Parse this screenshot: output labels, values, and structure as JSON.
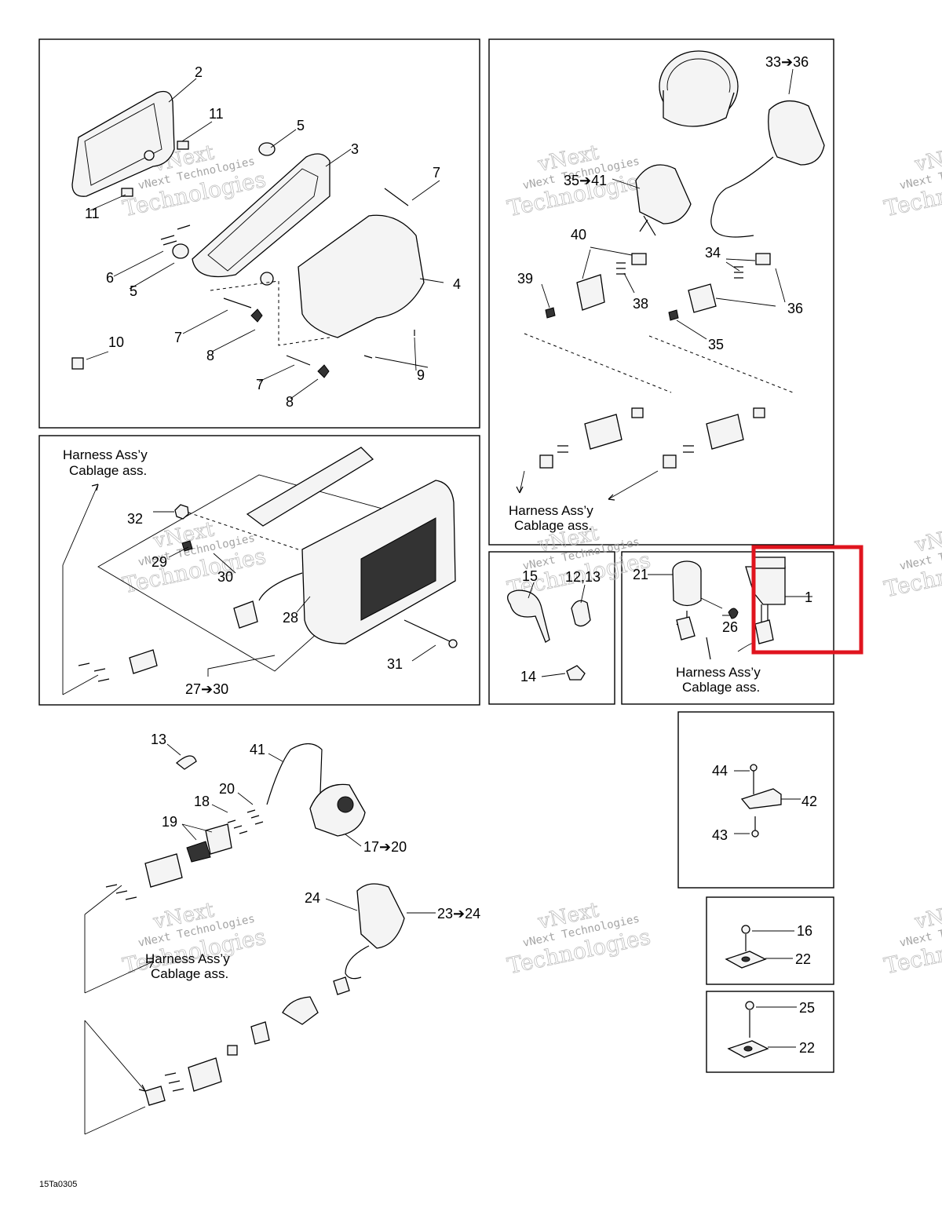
{
  "figure_code": "15Ta0305",
  "watermark": {
    "line1": "vNext",
    "line2": "vNext Technologies",
    "line3": "Technologies"
  },
  "harness_label": {
    "en": "Harness Ass’y",
    "fr": "Cablage ass."
  },
  "callouts": {
    "c1": "1",
    "c2": "2",
    "c3": "3",
    "c4": "4",
    "c5a": "5",
    "c5b": "5",
    "c6": "6",
    "c7a": "7",
    "c7b": "7",
    "c7c": "7",
    "c8a": "8",
    "c8b": "8",
    "c9": "9",
    "c10": "10",
    "c11a": "11",
    "c11b": "11",
    "c12_13": "12,13",
    "c13": "13",
    "c14": "14",
    "c15": "15",
    "c16": "16",
    "c17_20": "17➔20",
    "c18": "18",
    "c19": "19",
    "c20": "20",
    "c21": "21",
    "c22a": "22",
    "c22b": "22",
    "c23_24": "23➔24",
    "c24": "24",
    "c25": "25",
    "c26": "26",
    "c27_30": "27➔30",
    "c28": "28",
    "c29": "29",
    "c30": "30",
    "c31": "31",
    "c32": "32",
    "c33_36": "33➔36",
    "c34": "34",
    "c35a": "35",
    "c35_41": "35➔41",
    "c36": "36",
    "c38": "38",
    "c39": "39",
    "c40": "40",
    "c41": "41",
    "c42": "42",
    "c43": "43",
    "c44": "44"
  },
  "highlight": {
    "target": "1",
    "color": "#e0141e"
  }
}
